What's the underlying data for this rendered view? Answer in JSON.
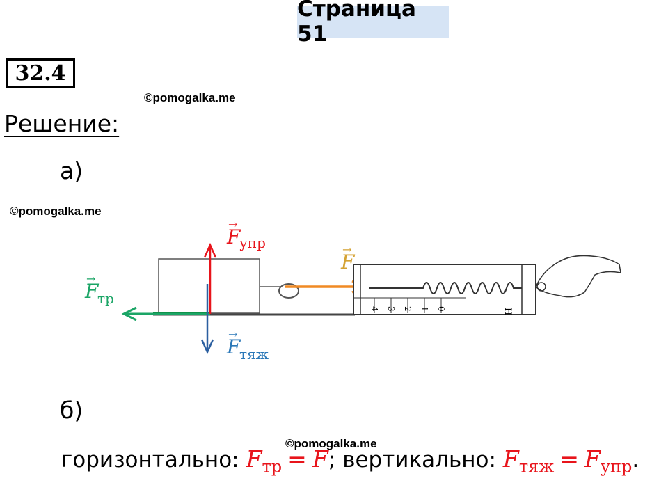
{
  "page_title": "Страница 51",
  "problem_number": "32.4",
  "watermarks": [
    "©pomogalka.me",
    "©pomogalka.me",
    "©pomogalka.me"
  ],
  "solution_label": "Решение:",
  "part_a": "а)",
  "part_b": "б)",
  "diagram": {
    "force_elastic": {
      "symbol": "F",
      "sub": "упр",
      "color": "#e8141b"
    },
    "force_friction": {
      "symbol": "F",
      "sub": "тр",
      "color": "#1ba566"
    },
    "force_gravity": {
      "symbol": "F",
      "sub": "тяж",
      "color": "#2b78b8"
    },
    "force_applied": {
      "symbol": "F",
      "color": "#d4a233"
    },
    "scale_ticks": [
      "4",
      "3",
      "2",
      "1",
      "0"
    ],
    "scale_unit": "Н"
  },
  "answer": {
    "horizontal_label": "горизонтально:",
    "eq1_left": {
      "symbol": "F",
      "sub": "тр"
    },
    "eq_sign": "=",
    "eq1_right": {
      "symbol": "F"
    },
    "separator": ";",
    "vertical_label": "вертикально:",
    "eq2_left": {
      "symbol": "F",
      "sub": "тяж"
    },
    "eq2_right": {
      "symbol": "F",
      "sub": "упр"
    },
    "end": "."
  }
}
